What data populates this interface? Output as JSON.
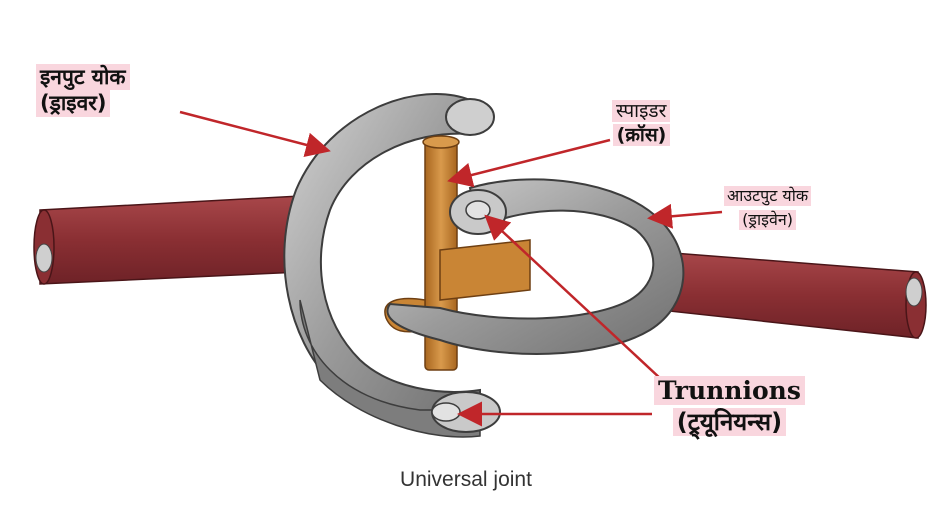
{
  "labels": {
    "input_yoke": {
      "line1": "इनपुट योक",
      "line2": "(ड्राइवर)"
    },
    "spider": {
      "line1": "स्पाइडर",
      "line2": "(क्रॉस)"
    },
    "output_yoke": {
      "line1": "आउटपुट योक",
      "line2": "(ड्राइवेन)"
    },
    "trunnions": {
      "line1": "Trunnions",
      "line2": "(ट्र्यूनियन्स)"
    }
  },
  "caption": "Universal joint",
  "colors": {
    "shaft": "#8a2f33",
    "yoke": "#8f8f8f",
    "spider": "#c98535",
    "arrow": "#c0262a",
    "label_bg": "#f9d6de"
  }
}
